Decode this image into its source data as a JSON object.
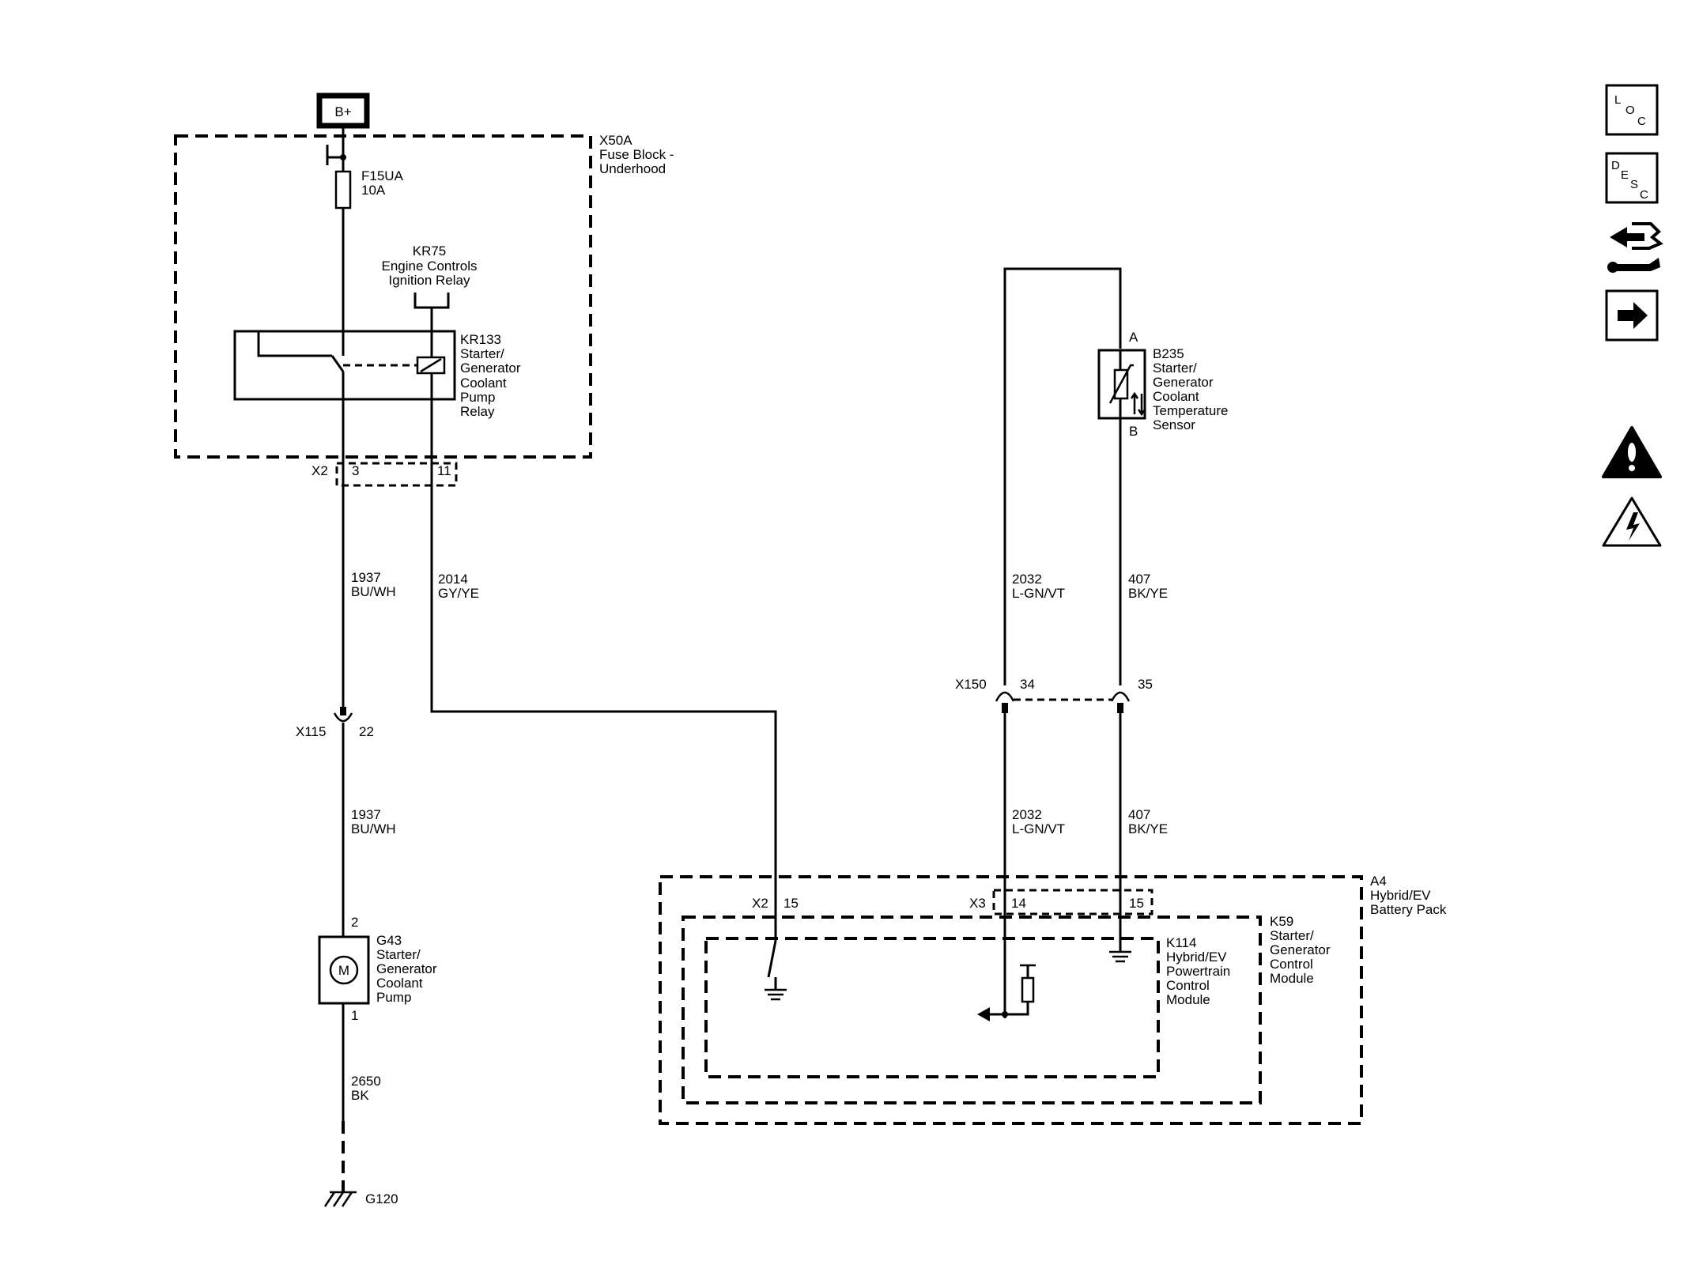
{
  "power": {
    "label": "B+"
  },
  "fuse_block": {
    "id": "X50A",
    "name_line1": "Fuse Block -",
    "name_line2": "Underhood",
    "fuse": {
      "id": "F15UA",
      "rating": "10A"
    },
    "relay_ref": {
      "id": "KR75",
      "line1": "Engine Controls",
      "line2": "Ignition Relay"
    },
    "relay": {
      "id": "KR133",
      "lines": [
        "Starter/",
        "Generator",
        "Coolant",
        "Pump",
        "Relay"
      ]
    },
    "connector": {
      "id": "X2",
      "pin_a": "3",
      "pin_b": "11"
    }
  },
  "wires": {
    "w1937_top": {
      "circuit": "1937",
      "color": "BU/WH"
    },
    "w2014": {
      "circuit": "2014",
      "color": "GY/YE"
    },
    "w1937_bottom": {
      "circuit": "1937",
      "color": "BU/WH"
    },
    "w2650": {
      "circuit": "2650",
      "color": "BK"
    },
    "w2032_top": {
      "circuit": "2032",
      "color": "L-GN/VT"
    },
    "w407_top": {
      "circuit": "407",
      "color": "BK/YE"
    },
    "w2032_bottom": {
      "circuit": "2032",
      "color": "L-GN/VT"
    },
    "w407_bottom": {
      "circuit": "407",
      "color": "BK/YE"
    }
  },
  "inline_x115": {
    "id": "X115",
    "pin": "22"
  },
  "pump": {
    "id": "G43",
    "lines": [
      "Starter/",
      "Generator",
      "Coolant",
      "Pump"
    ],
    "symbol": "M",
    "pin_top": "2",
    "pin_bottom": "1"
  },
  "ground": {
    "id": "G120"
  },
  "sensor": {
    "id": "B235",
    "pin_a": "A",
    "pin_b": "B",
    "lines": [
      "Starter/",
      "Generator",
      "Coolant",
      "Temperature",
      "Sensor"
    ]
  },
  "inline_x150": {
    "id": "X150",
    "pin_a": "34",
    "pin_b": "35"
  },
  "battery_pack": {
    "id": "A4",
    "lines": [
      "Hybrid/EV",
      "Battery Pack"
    ]
  },
  "conn_x2_pack": {
    "id": "X2",
    "pin": "15"
  },
  "conn_x3_pack": {
    "id": "X3",
    "pin_a": "14",
    "pin_b": "15"
  },
  "k59": {
    "id": "K59",
    "lines": [
      "Starter/",
      "Generator",
      "Control",
      "Module"
    ]
  },
  "k114": {
    "id": "K114",
    "lines": [
      "Hybrid/EV",
      "Powertrain",
      "Control",
      "Module"
    ]
  },
  "side_icons": {
    "loc": {
      "l1": "L",
      "l2": "O",
      "l3": "C"
    },
    "desc": {
      "l1": "D",
      "l2": "E",
      "l3": "S",
      "l4": "C"
    }
  }
}
